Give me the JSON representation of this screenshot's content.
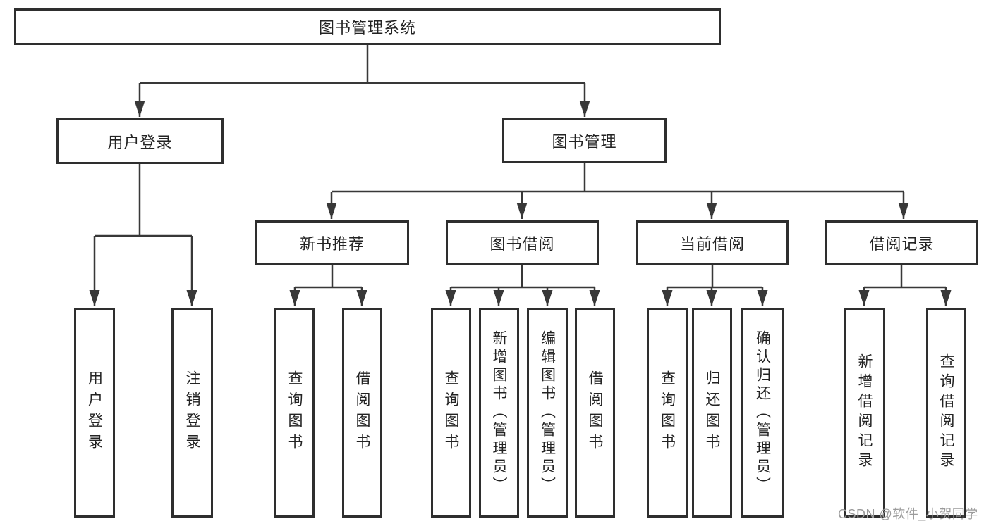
{
  "diagram": {
    "nodes": {
      "root": {
        "label": "图书管理系统"
      },
      "user_login": {
        "label": "用户登录"
      },
      "book_mgmt": {
        "label": "图书管理"
      },
      "new_book_rec": {
        "label": "新书推荐"
      },
      "book_borrow": {
        "label": "图书借阅"
      },
      "current_borrow": {
        "label": "当前借阅"
      },
      "borrow_records": {
        "label": "借阅记录"
      },
      "leaf_user_login": {
        "label": "用户登录"
      },
      "leaf_logout": {
        "label": "注销登录"
      },
      "leaf_rec_query": {
        "label": "查询图书"
      },
      "leaf_rec_borrow": {
        "label": "借阅图书"
      },
      "leaf_bor_query": {
        "label": "查询图书"
      },
      "leaf_bor_add": {
        "label": "新增图书（管理员）"
      },
      "leaf_bor_edit": {
        "label": "编辑图书（管理员）"
      },
      "leaf_bor_borrow": {
        "label": "借阅图书"
      },
      "leaf_cur_query": {
        "label": "查询图书"
      },
      "leaf_cur_return": {
        "label": "归还图书"
      },
      "leaf_cur_confirm": {
        "label": "确认归还（管理员）"
      },
      "leaf_log_add": {
        "label": "新增借阅记录"
      },
      "leaf_log_query": {
        "label": "查询借阅记录"
      }
    },
    "edges": [
      [
        "root",
        "user_login"
      ],
      [
        "root",
        "book_mgmt"
      ],
      [
        "user_login",
        "leaf_user_login"
      ],
      [
        "user_login",
        "leaf_logout"
      ],
      [
        "book_mgmt",
        "new_book_rec"
      ],
      [
        "book_mgmt",
        "book_borrow"
      ],
      [
        "book_mgmt",
        "current_borrow"
      ],
      [
        "book_mgmt",
        "borrow_records"
      ],
      [
        "new_book_rec",
        "leaf_rec_query"
      ],
      [
        "new_book_rec",
        "leaf_rec_borrow"
      ],
      [
        "book_borrow",
        "leaf_bor_query"
      ],
      [
        "book_borrow",
        "leaf_bor_add"
      ],
      [
        "book_borrow",
        "leaf_bor_edit"
      ],
      [
        "book_borrow",
        "leaf_bor_borrow"
      ],
      [
        "current_borrow",
        "leaf_cur_query"
      ],
      [
        "current_borrow",
        "leaf_cur_return"
      ],
      [
        "current_borrow",
        "leaf_cur_confirm"
      ],
      [
        "borrow_records",
        "leaf_log_add"
      ],
      [
        "borrow_records",
        "leaf_log_query"
      ]
    ]
  },
  "watermark": {
    "text": "CSDN @软件_小贺同学"
  },
  "colors": {
    "background": "#ffffff",
    "line": "#383838",
    "box_border": "#2e2e2e",
    "text": "#232323",
    "watermark": "#9b9b9b"
  }
}
